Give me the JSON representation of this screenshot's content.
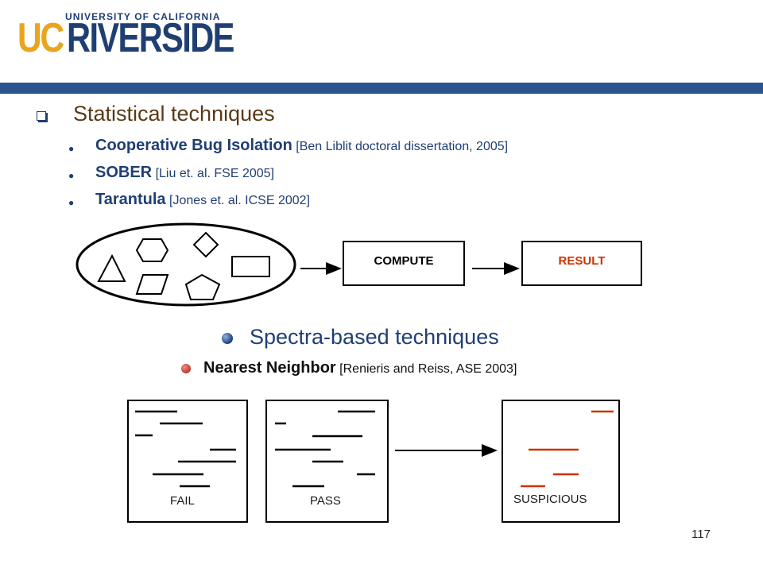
{
  "logo": {
    "university": "UNIVERSITY OF CALIFORNIA",
    "uc": "UC",
    "riverside": "RIVERSIDE"
  },
  "section1": {
    "title": "Statistical techniques",
    "items": [
      {
        "name": "Cooperative Bug Isolation",
        "ref": " [Ben Liblit doctoral dissertation, 2005]"
      },
      {
        "name": "SOBER",
        "ref": " [Liu et. al. FSE 2005]"
      },
      {
        "name": "Tarantula",
        "ref": " [Jones et. al. ICSE 2002]"
      }
    ]
  },
  "diagram": {
    "compute_label": "COMPUTE",
    "result_label": "RESULT"
  },
  "section2": {
    "title": "Spectra-based techniques",
    "item": {
      "name": "Nearest Neighbor",
      "ref": " [Renieris and Reiss, ASE 2003]"
    }
  },
  "spectra": {
    "fail_label": "FAIL",
    "pass_label": "PASS",
    "suspicious_label": "SUSPICIOUS"
  },
  "colors": {
    "navy": "#1f3f73",
    "gold": "#e8a51e",
    "bar": "#2a5590",
    "brown": "#5a3a17",
    "result_red": "#cc3300",
    "suspicious_orange": "#cc3300"
  },
  "page_number": "117"
}
